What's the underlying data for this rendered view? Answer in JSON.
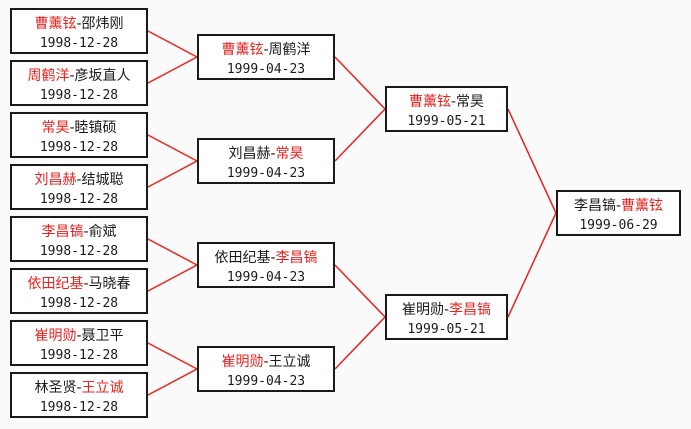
{
  "rounds": [
    {
      "matches": [
        {
          "p1": "曹薰铉",
          "p2": "邵炜刚",
          "winner": 1,
          "date": "1998-12-28"
        },
        {
          "p1": "周鹤洋",
          "p2": "彦坂直人",
          "winner": 1,
          "date": "1998-12-28"
        },
        {
          "p1": "常昊",
          "p2": "睦镇硕",
          "winner": 1,
          "date": "1998-12-28"
        },
        {
          "p1": "刘昌赫",
          "p2": "结城聪",
          "winner": 1,
          "date": "1998-12-28"
        },
        {
          "p1": "李昌镐",
          "p2": "俞斌",
          "winner": 1,
          "date": "1998-12-28"
        },
        {
          "p1": "依田纪基",
          "p2": "马晓春",
          "winner": 1,
          "date": "1998-12-28"
        },
        {
          "p1": "崔明勋",
          "p2": "聂卫平",
          "winner": 1,
          "date": "1998-12-28"
        },
        {
          "p1": "林圣贤",
          "p2": "王立诚",
          "winner": 2,
          "date": "1998-12-28"
        }
      ]
    },
    {
      "matches": [
        {
          "p1": "曹薰铉",
          "p2": "周鹤洋",
          "winner": 1,
          "date": "1999-04-23"
        },
        {
          "p1": "刘昌赫",
          "p2": "常昊",
          "winner": 2,
          "date": "1999-04-23"
        },
        {
          "p1": "依田纪基",
          "p2": "李昌镐",
          "winner": 2,
          "date": "1999-04-23"
        },
        {
          "p1": "崔明勋",
          "p2": "王立诚",
          "winner": 1,
          "date": "1999-04-23"
        }
      ]
    },
    {
      "matches": [
        {
          "p1": "曹薰铉",
          "p2": "常昊",
          "winner": 1,
          "date": "1999-05-21"
        },
        {
          "p1": "崔明勋",
          "p2": "李昌镐",
          "winner": 2,
          "date": "1999-05-21"
        }
      ]
    },
    {
      "matches": [
        {
          "p1": "李昌镐",
          "p2": "曹薰铉",
          "winner": 2,
          "date": "1999-06-29"
        }
      ]
    }
  ],
  "colors": {
    "winner": "#e8231f",
    "text": "#1a1a1a",
    "line": "#e8231f",
    "border": "#1a1a1a"
  }
}
